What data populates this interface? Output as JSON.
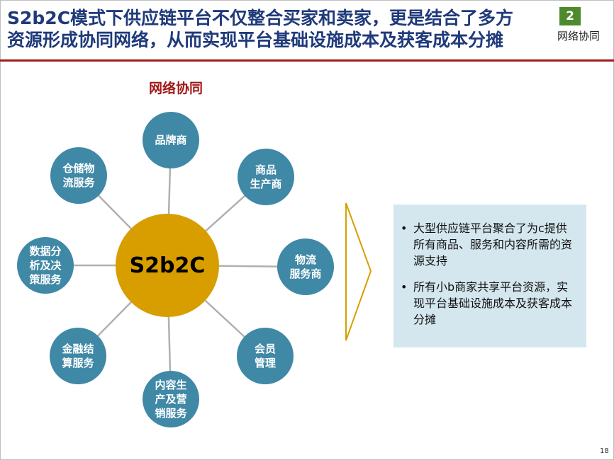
{
  "slide": {
    "title": "S2b2C模式下供应链平台不仅整合买家和卖家，更是结合了多方\n资源形成协同网络，从而实现平台基础设施成本及获客成本分摊",
    "badge_number": "2",
    "badge_label": "网络协同",
    "page_number": "18"
  },
  "diagram": {
    "title": "网络协同",
    "hub_label": "S2b2C",
    "nodes": [
      {
        "label": "品牌商"
      },
      {
        "label": "商品\n生产商"
      },
      {
        "label": "物流\n服务商"
      },
      {
        "label": "会员\n管理"
      },
      {
        "label": "内容生\n产及营\n销服务"
      },
      {
        "label": "金融结\n算服务"
      },
      {
        "label": "数据分\n析及决\n策服务"
      },
      {
        "label": "仓储物\n流服务"
      }
    ]
  },
  "info_box": {
    "bullets": [
      "大型供应链平台聚合了为c提供所有商品、服务和内容所需的资源支持",
      "所有小b商家共享平台资源，实现平台基础设施成本及获客成本分摊"
    ]
  },
  "colors": {
    "title": "#1f3a7a",
    "rule": "#9e1b1b",
    "badge": "#4e8a2d",
    "node": "#3f88a6",
    "hub": "#d89e00",
    "info_box": "#d4e6ee",
    "arrow_outline": "#d89e00"
  }
}
